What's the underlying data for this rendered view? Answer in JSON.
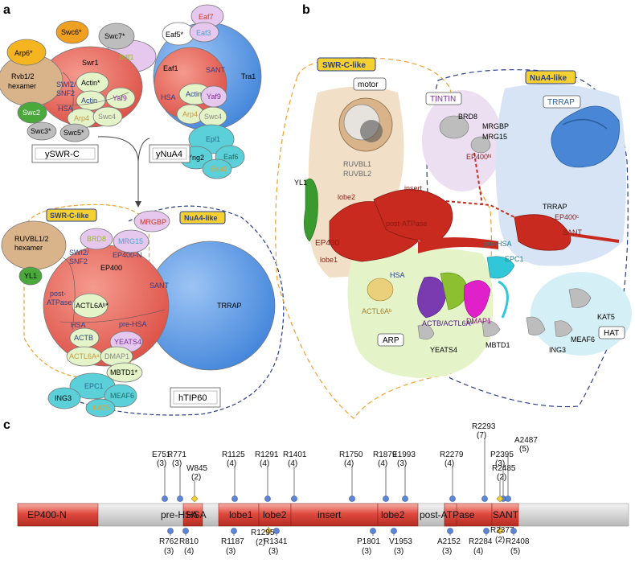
{
  "panels": {
    "a": "a",
    "b": "b",
    "c": "c"
  },
  "panel_a": {
    "yswrc": {
      "arp6": "Arp6*",
      "swc6": "Swc6*",
      "swc7": "Swc7*",
      "swr1": "Swr1",
      "rvb": "Rvb1/2",
      "hexamer": "hexamer",
      "swi2": "SWI2/",
      "snf2": "SNF2",
      "actin_star": "Actin*",
      "bdf1": "Bdf1",
      "actin": "Actin",
      "yaf9": "Yaf9",
      "hsa": "HSA",
      "arp4": "Arp4",
      "swc4": "Swc4",
      "swc2": "Swc2",
      "swc3": "Swc3*",
      "swc5": "Swc5*",
      "box": "ySWR-C"
    },
    "ynua4": {
      "eaf7": "Eaf7",
      "eaf5": "Eaf5*",
      "eaf3": "Eaf3",
      "eaf1": "Eaf1",
      "sant": "SANT",
      "tra1": "Tra1",
      "hsa": "HSA",
      "actin": "Actin",
      "yaf9": "Yaf9",
      "arp4": "Arp4",
      "swc4": "Swc4",
      "epl1": "Epl1",
      "eaf6": "Eaf6",
      "yng2": "Yng2",
      "esa1": "Esa1",
      "box": "yNuA4"
    },
    "htip60": {
      "swrc_like": "SWR-C-like",
      "nua4_like": "NuA4-like",
      "mrgbp": "MRGBP",
      "brd8": "BRD8",
      "mrg15": "MRG15",
      "ruvbl": "RUVBL1/2",
      "hexamer": "hexamer",
      "swi2": "SWI2/",
      "snf2": "SNF2",
      "ep400n": "EP400-N",
      "ep400": "EP400",
      "yl1": "YL1",
      "post": "post-",
      "atpase": "ATPase",
      "actl6ab": "ACTL6Aᵇ*",
      "sant": "SANT",
      "trrap": "TRRAP",
      "hsa": "HSA",
      "prehsa": "pre-HSA",
      "actb": "ACTB",
      "yeats4": "YEATS4",
      "actl6aa": "ACTL6Aᵃ",
      "dmap1": "DMAP1",
      "mbtd1": "MBTD1*",
      "epc1": "EPC1",
      "meaf6": "MEAF6",
      "ing3": "ING3",
      "kat5": "KAT5",
      "box": "hTIP60"
    }
  },
  "panel_b": {
    "swrc_like": "SWR-C-like",
    "nua4_like": "NuA4-like",
    "motor": "motor",
    "tintin": "TINTIN",
    "trrap_mod": "TRRAP",
    "ruvbl1": "RUVBL1",
    "ruvbl2": "RUVBL2",
    "insert": "insert",
    "brd8": "BRD8",
    "mrgbp": "MRGBP",
    "mrg15": "MRG15",
    "ep400n": "EP400ᴺ",
    "yl1": "YL1",
    "lobe2": "lobe2",
    "post_atpase": "post-ATPase",
    "ep400": "EP400",
    "lobe1": "lobe1",
    "trrap": "TRRAP",
    "ep400c": "EP400ᶜ",
    "sant": "SANT",
    "prehsa": "pre-HSA",
    "epc1": "EPC1",
    "hsa": "HSA",
    "actl6ab": "ACTL6Aᵇ",
    "dmap1": "DMAP1",
    "actb": "ACTB/ACTL6Aᵃ",
    "arp": "ARP",
    "yeats4": "YEATS4",
    "mbtd1": "MBTD1",
    "kat5": "KAT5",
    "hat": "HAT",
    "meaf6": "MEAF6",
    "ing3": "ING3"
  },
  "panel_c": {
    "domains": [
      {
        "label": "EP400-N",
        "red": true
      },
      {
        "label": "pre-HSA",
        "red": false
      },
      {
        "label": "HSA",
        "red": true
      },
      {
        "label": "lobe1",
        "red": true
      },
      {
        "label": "lobe2",
        "red": true
      },
      {
        "label": "insert",
        "red": true
      },
      {
        "label": "lobe2",
        "red": true
      },
      {
        "label": "post-ATPase",
        "red": false
      },
      {
        "label": "SANT",
        "red": true
      }
    ],
    "top_sites": [
      {
        "name": "E751",
        "count": "(3)"
      },
      {
        "name": "R771",
        "count": "(3)"
      },
      {
        "name": "W845",
        "count": "(2)"
      },
      {
        "name": "R1125",
        "count": "(4)"
      },
      {
        "name": "R1291",
        "count": "(4)"
      },
      {
        "name": "R1401",
        "count": "(4)"
      },
      {
        "name": "R1750",
        "count": "(4)"
      },
      {
        "name": "R1879",
        "count": "(4)"
      },
      {
        "name": "E1993",
        "count": "(3)"
      },
      {
        "name": "R2279",
        "count": "(4)"
      },
      {
        "name": "R2293",
        "count": "(7)"
      },
      {
        "name": "P2395",
        "count": "(3)"
      },
      {
        "name": "R2485",
        "count": "(2)"
      },
      {
        "name": "A2487",
        "count": "(5)"
      }
    ],
    "bottom_sites": [
      {
        "name": "R762",
        "count": "(3)"
      },
      {
        "name": "R810",
        "count": "(4)"
      },
      {
        "name": "R1187",
        "count": "(3)"
      },
      {
        "name": "R1295",
        "count": "(2)"
      },
      {
        "name": "R1341",
        "count": "(3)"
      },
      {
        "name": "P1801",
        "count": "(3)"
      },
      {
        "name": "V1953",
        "count": "(3)"
      },
      {
        "name": "A2152",
        "count": "(3)"
      },
      {
        "name": "R2284",
        "count": "(4)"
      },
      {
        "name": "R2377",
        "count": "(2)"
      },
      {
        "name": "R2408",
        "count": "(5)"
      }
    ]
  },
  "colors": {
    "red": "#e8574f",
    "blue_big": "#4d8fe0",
    "cyan": "#5bd0d8",
    "green": "#4aa83c",
    "tan": "#c9a06e",
    "yellow": "#f2c230",
    "pale_green": "#e4f3c8",
    "orange_dash": "#f0a030",
    "navy_dash": "#2a3f8a",
    "gold_label": "#f4d033",
    "bar_grey": "#d8d8d8",
    "dot_blue": "#5d87d6",
    "dot_yellow": "#f4d03a"
  }
}
